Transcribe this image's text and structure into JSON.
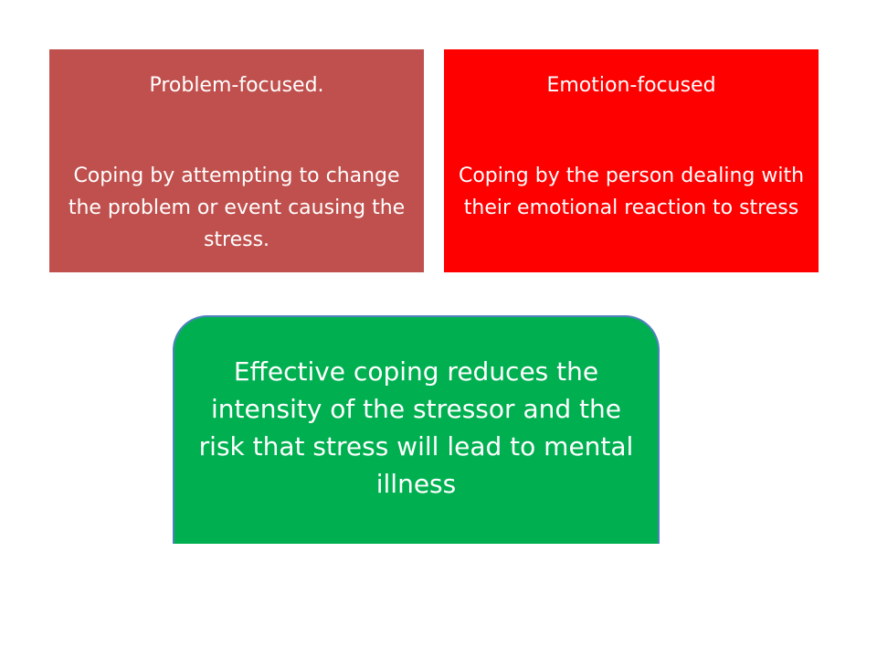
{
  "problem_box": {
    "title": "Problem-focused.",
    "description": "Coping by attempting to change the problem or event causing the stress.",
    "color": "#c0504d"
  },
  "emotion_box": {
    "title": "Emotion-focused",
    "description": "Coping by the person dealing with their emotional reaction to stress",
    "color": "#ff0000"
  },
  "effective_box": {
    "text": "Effective coping reduces the intensity of the stressor and the risk that stress will lead to mental illness",
    "color": "#00b050",
    "border_color": "#4f81bd"
  }
}
